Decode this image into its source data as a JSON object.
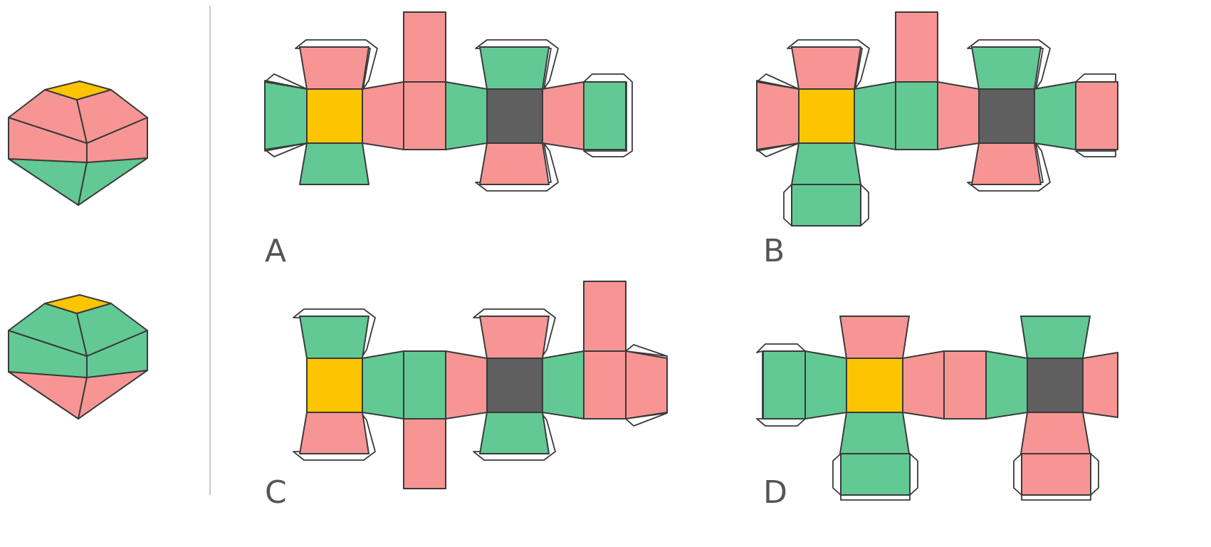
{
  "colors": {
    "red": "#f79595",
    "green": "#62c995",
    "yellow": "#fdc500",
    "dark": "#5f5f5f",
    "outline": "#3a3a3a",
    "divider": "#c8c8c8"
  },
  "solids": [
    {
      "name": "solid-red-sides",
      "top": "yellow",
      "sides": "red",
      "bottom": "green"
    },
    {
      "name": "solid-green-sides",
      "top": "yellow",
      "sides": "green",
      "bottom": "red"
    }
  ],
  "options": [
    {
      "label": "A"
    },
    {
      "label": "B"
    },
    {
      "label": "C"
    },
    {
      "label": "D"
    }
  ]
}
